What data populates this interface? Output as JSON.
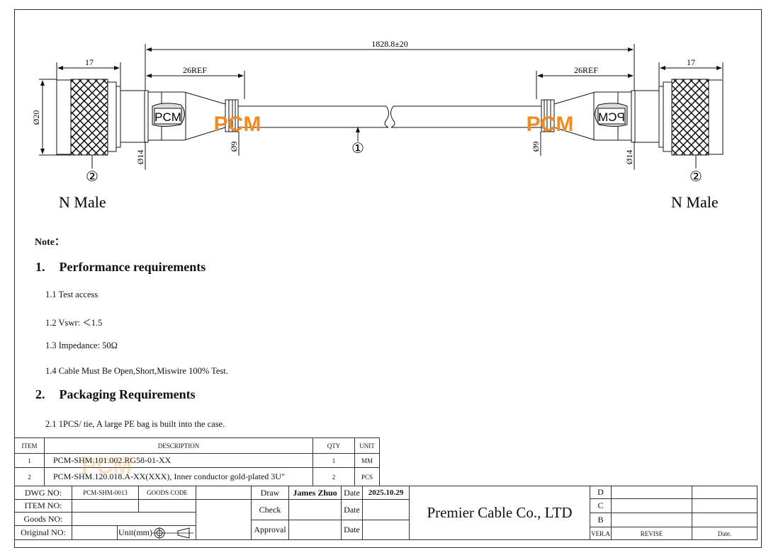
{
  "drawing": {
    "overall_length": "1828.8±20",
    "nut_length": "17",
    "boot_length": "26REF",
    "nut_diameter": "Ø20",
    "body_diameter": "Ø14",
    "cable_diameter": "Ø9",
    "callout_cable": "①",
    "callout_connector": "②",
    "connector_left_label": "N Male",
    "connector_right_label": "N Male",
    "boot_logo": "PCM",
    "watermark_logo": "PCM",
    "watermark_color": "#F28C1E"
  },
  "notes": {
    "title": "Note：",
    "sections": [
      {
        "heading_num": "1.",
        "heading": "Performance requirements",
        "items": [
          "1.1 Test access",
          "1.2 Vswr: ＜1.5",
          "1.3 Impedance: 50Ω",
          "1.4 Cable Must Be Open,Short,Miswire 100% Test."
        ]
      },
      {
        "heading_num": "2.",
        "heading": "Packaging Requirements",
        "items": [
          "2.1 1PCS/ tie, A large PE bag is built into the case."
        ]
      }
    ]
  },
  "bom": {
    "headers": [
      "ITEM",
      "DESCRIPTION",
      "QTY",
      "UNIT"
    ],
    "rows": [
      [
        "1",
        "PCM-SHM.101.002.RG58-01-XX",
        "1",
        "MM"
      ],
      [
        "2",
        "PCM-SHM.120.018.A-XX(XXX), Inner conductor gold-plated 3U\"",
        "2",
        "PCS"
      ]
    ]
  },
  "title_block": {
    "dwg_no_label": "DWG NO:",
    "dwg_no": "PCM-SHM-0013",
    "goods_code_label": "GOODS CODE",
    "item_no_label": "ITEM NO:",
    "goods_no_label": "Goods NO:",
    "original_no_label": "Original NO:",
    "unit_label": "Unit(mm)",
    "draw_label": "Draw",
    "draw_name": "James Zhuo",
    "check_label": "Check",
    "approval_label": "Approval",
    "date_label": "Date",
    "draw_date": "2025.10.29",
    "company": "Premier Cable Co., LTD",
    "revisions": [
      "D",
      "C",
      "B"
    ],
    "ver_label": "VER.A",
    "revise_label": "REVISE",
    "rev_date_label": "Date."
  }
}
